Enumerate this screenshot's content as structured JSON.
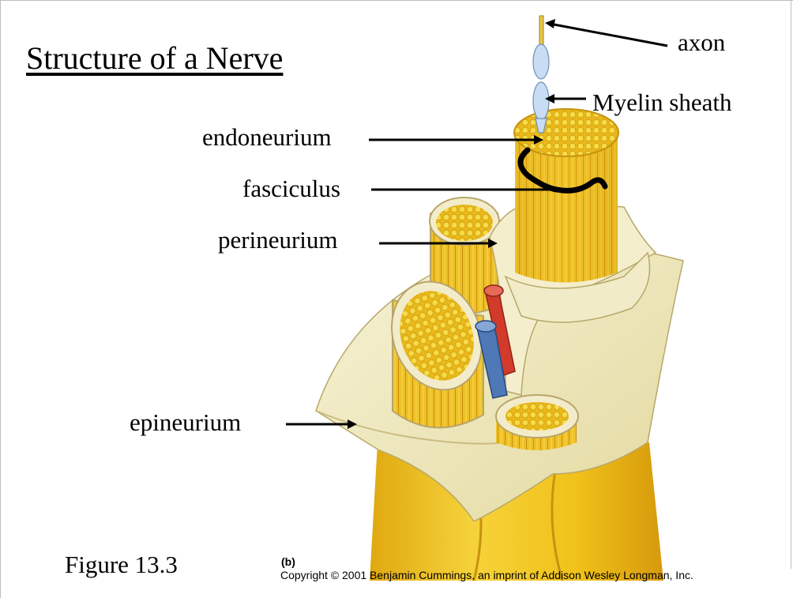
{
  "slide": {
    "title": "Structure of a Nerve",
    "figure_number": "Figure 13.3",
    "panel_letter": "(b)",
    "copyright": "Copyright © 2001 Benjamin Cummings, an imprint of Addison Wesley Longman, Inc."
  },
  "labels": {
    "axon": "axon",
    "myelin_sheath": "Myelin sheath",
    "endoneurium": "endoneurium",
    "fasciculus": "fasciculus",
    "perineurium": "perineurium",
    "epineurium": "epineurium"
  },
  "colors": {
    "nerve_yellow": "#f2c81f",
    "sheath_cream": "#f4efc7",
    "artery_red": "#d23b2a",
    "vein_blue": "#4e78b6"
  }
}
